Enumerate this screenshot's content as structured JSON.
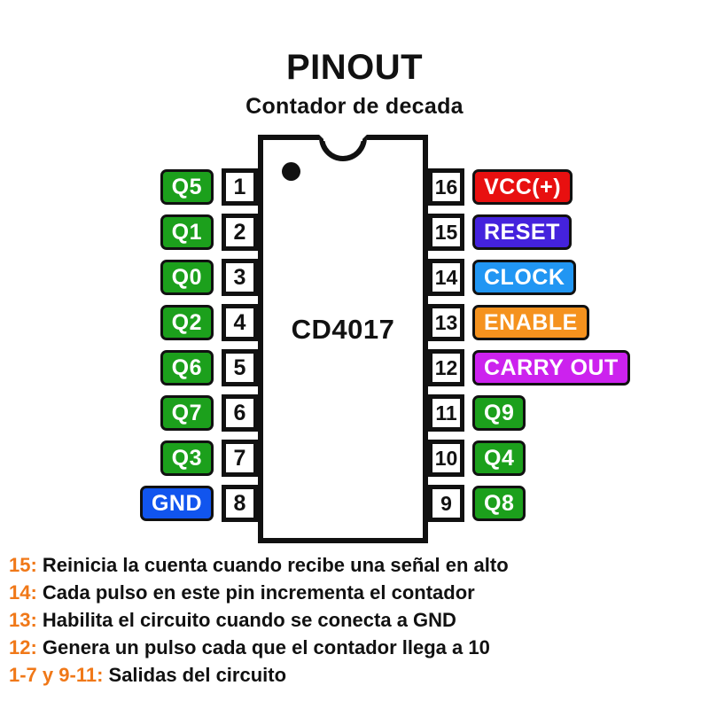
{
  "header": {
    "title": "PINOUT",
    "subtitle": "Contador de decada"
  },
  "chip": {
    "label": "CD4017",
    "pin1_marker": "pin1-dot",
    "notch": "top-center-notch"
  },
  "colors": {
    "output_green": "#1CA01C",
    "gnd_blue": "#1155EE",
    "vcc_red": "#E81010",
    "reset_violet": "#4422DD",
    "clock_blue": "#2196F3",
    "enable_orange": "#F5921E",
    "carry_magenta": "#CC22EE",
    "legend_orange": "#F07818",
    "outline_black": "#111111",
    "background": "#FFFFFF"
  },
  "pins": {
    "left": [
      {
        "number": "1",
        "label": "Q5",
        "color": "#1CA01C"
      },
      {
        "number": "2",
        "label": "Q1",
        "color": "#1CA01C"
      },
      {
        "number": "3",
        "label": "Q0",
        "color": "#1CA01C"
      },
      {
        "number": "4",
        "label": "Q2",
        "color": "#1CA01C"
      },
      {
        "number": "5",
        "label": "Q6",
        "color": "#1CA01C"
      },
      {
        "number": "6",
        "label": "Q7",
        "color": "#1CA01C"
      },
      {
        "number": "7",
        "label": "Q3",
        "color": "#1CA01C"
      },
      {
        "number": "8",
        "label": "GND",
        "color": "#1155EE"
      }
    ],
    "right": [
      {
        "number": "16",
        "label": "VCC(+)",
        "color": "#E81010"
      },
      {
        "number": "15",
        "label": "RESET",
        "color": "#4422DD"
      },
      {
        "number": "14",
        "label": "CLOCK",
        "color": "#2196F3"
      },
      {
        "number": "13",
        "label": "ENABLE",
        "color": "#F5921E"
      },
      {
        "number": "12",
        "label": "CARRY OUT",
        "color": "#CC22EE"
      },
      {
        "number": "11",
        "label": "Q9",
        "color": "#1CA01C"
      },
      {
        "number": "10",
        "label": "Q4",
        "color": "#1CA01C"
      },
      {
        "number": "9",
        "label": "Q8",
        "color": "#1CA01C"
      }
    ]
  },
  "legend": [
    {
      "pin": "15:",
      "text": "Reinicia la cuenta cuando recibe una señal en alto"
    },
    {
      "pin": "14:",
      "text": "Cada pulso en este pin incrementa el contador"
    },
    {
      "pin": "13:",
      "text": "Habilita el circuito cuando se conecta a GND"
    },
    {
      "pin": "12:",
      "text": "Genera un pulso cada que el contador llega a 10"
    },
    {
      "pin": "1-7 y 9-11:",
      "text": "Salidas del circuito"
    }
  ]
}
